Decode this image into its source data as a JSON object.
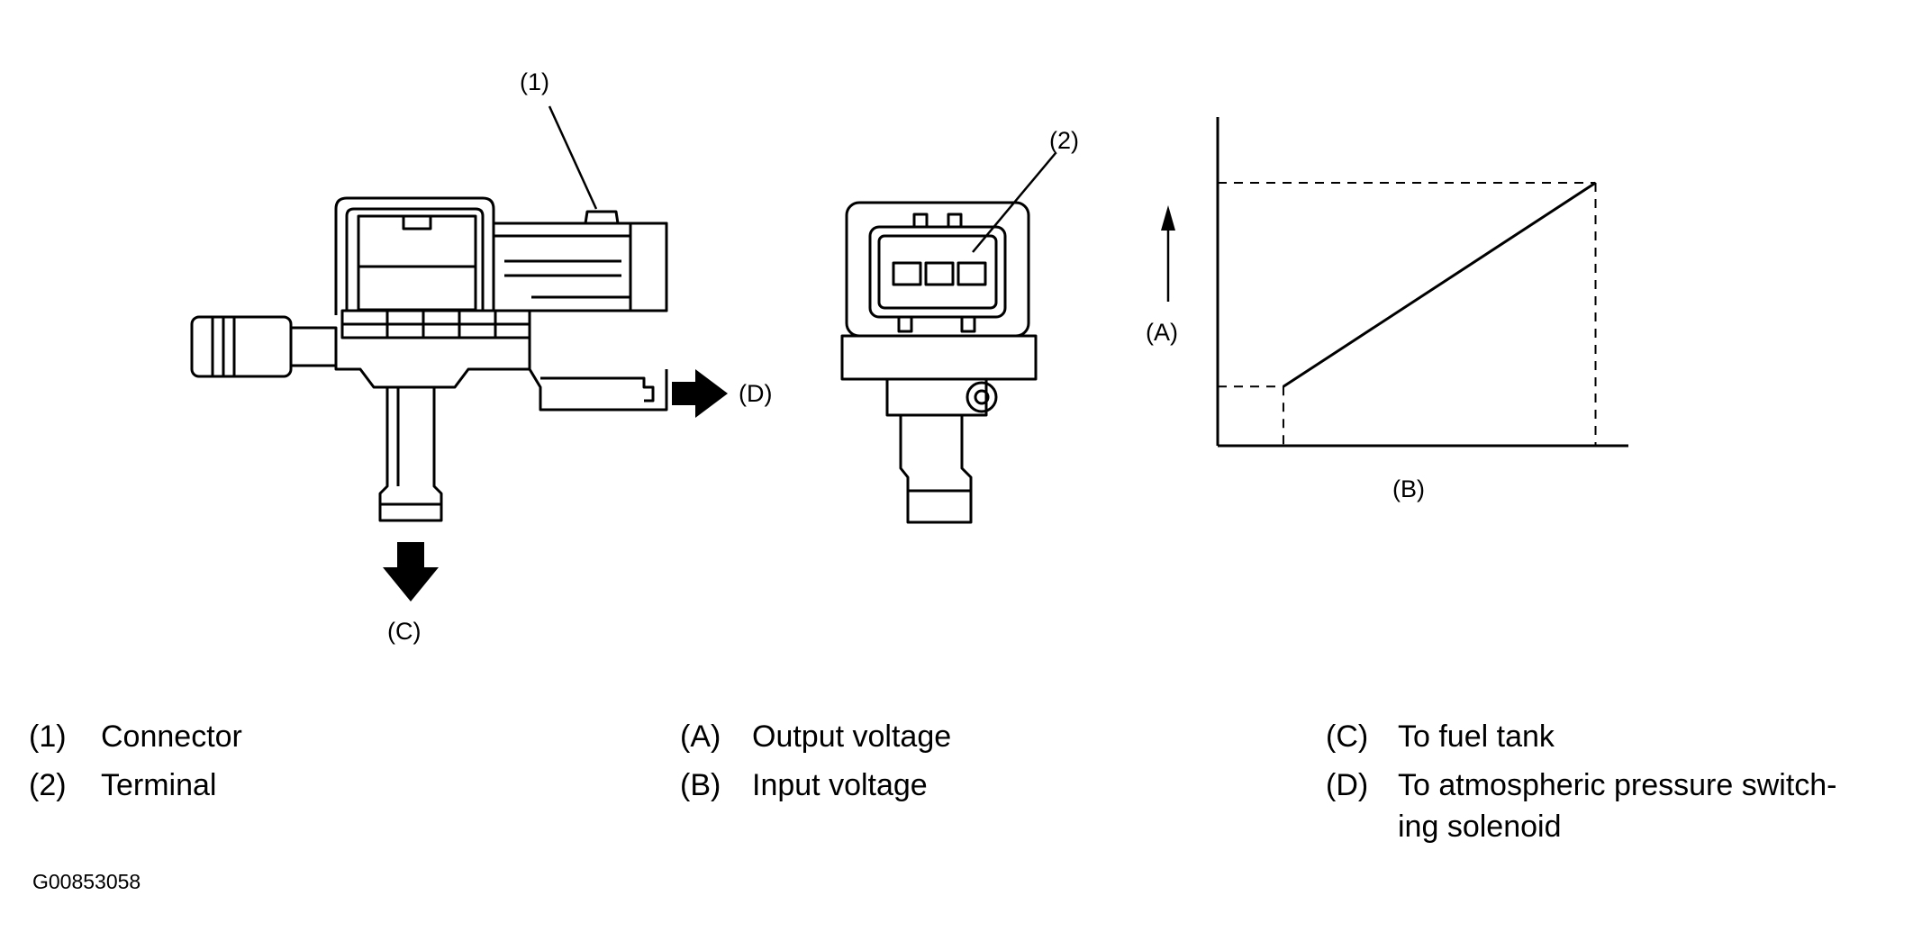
{
  "callouts": {
    "connector": "(1)",
    "terminal": "(2)",
    "output_axis": "(A)",
    "input_axis": "(B)",
    "fuel_tank": "(C)",
    "solenoid": "(D)"
  },
  "legend": {
    "col1": [
      {
        "key": "(1)",
        "text": "Connector"
      },
      {
        "key": "(2)",
        "text": "Terminal"
      }
    ],
    "col2": [
      {
        "key": "(A)",
        "text": "Output voltage"
      },
      {
        "key": "(B)",
        "text": "Input voltage"
      }
    ],
    "col3": [
      {
        "key": "(C)",
        "text": "To fuel tank"
      },
      {
        "key": "(D)",
        "text": "To atmospheric pressure switch-ing solenoid"
      }
    ]
  },
  "figure_id": "G00853058",
  "chart_data": {
    "type": "line",
    "title": "",
    "xlabel": "(B)",
    "ylabel": "(A)",
    "series": [
      {
        "x": [
          0.16,
          0.92
        ],
        "y": [
          0.18,
          0.8
        ]
      }
    ],
    "grid": false,
    "guide_lines": "dashed"
  }
}
